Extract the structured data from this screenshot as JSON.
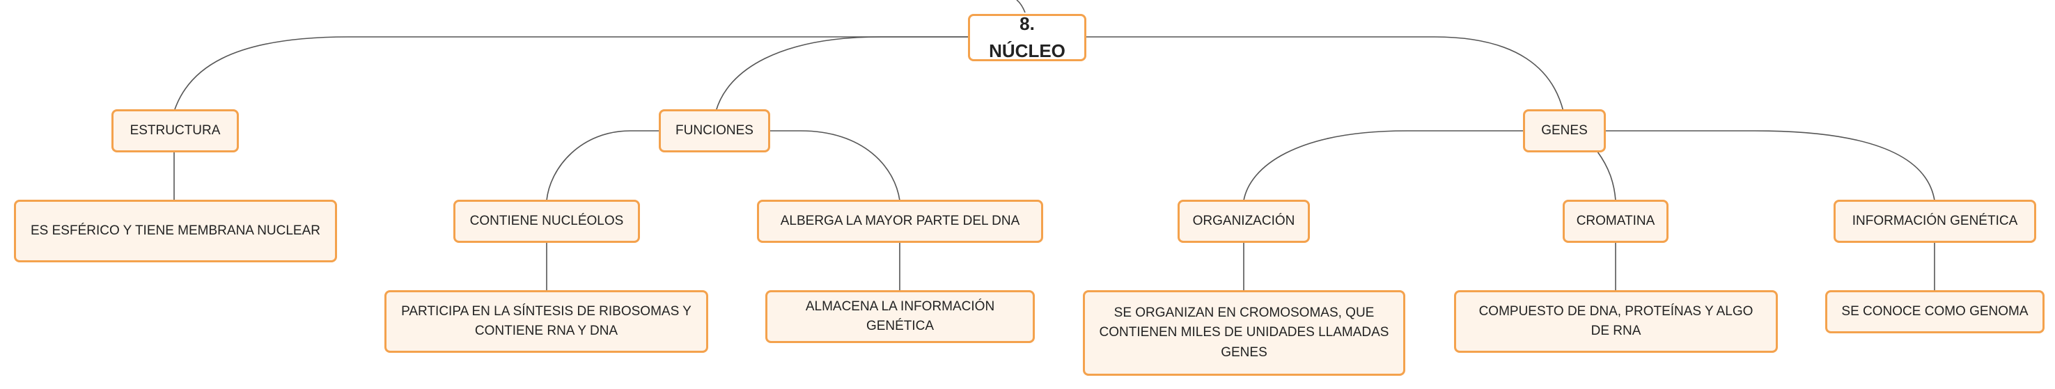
{
  "colors": {
    "node_border": "#f4a24d",
    "node_fill": "#fef4ea",
    "root_fill": "#ffffff",
    "link": "#555555",
    "text": "#222222"
  },
  "root": {
    "label": "8. NÚCLEO"
  },
  "branches": {
    "estructura": {
      "label": "ESTRUCTURA",
      "detail": "ES ESFÉRICO Y TIENE MEMBRANA NUCLEAR"
    },
    "funciones": {
      "label": "FUNCIONES",
      "nucleolos": {
        "label": "CONTIENE NUCLÉOLOS",
        "detail": "PARTICIPA EN LA SÍNTESIS DE RIBOSOMAS Y CONTIENE RNA Y DNA"
      },
      "dna": {
        "label": "ALBERGA LA MAYOR PARTE DEL DNA",
        "detail": "ALMACENA LA INFORMACIÓN GENÉTICA"
      }
    },
    "genes": {
      "label": "GENES",
      "organizacion": {
        "label": "ORGANIZACIÓN",
        "detail": "SE ORGANIZAN EN CROMOSOMAS, QUE CONTIENEN MILES DE UNIDADES LLAMADAS GENES"
      },
      "cromatina": {
        "label": "CROMATINA",
        "detail": "COMPUESTO DE DNA, PROTEÍNAS Y ALGO DE RNA"
      },
      "informacion": {
        "label": "INFORMACIÓN GENÉTICA",
        "detail": "SE CONOCE COMO GENOMA"
      }
    }
  }
}
